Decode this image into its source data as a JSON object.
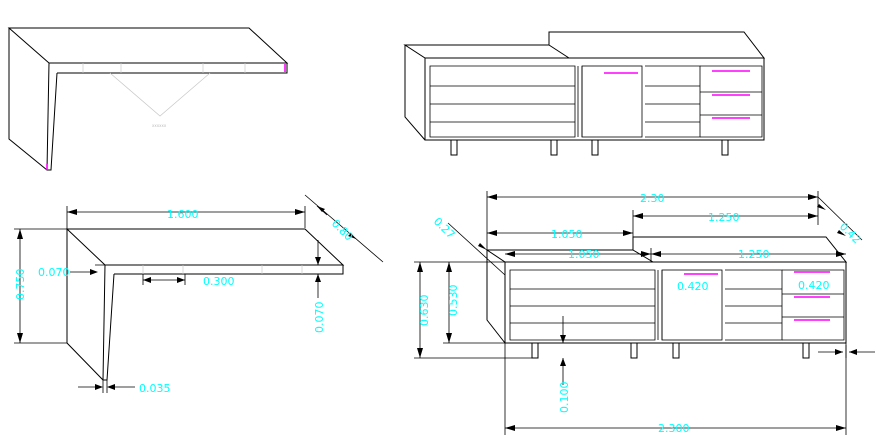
{
  "colors": {
    "lines": "#000000",
    "dimensions": "#00ffff",
    "handles": "#ff00ff",
    "background": "#ffffff"
  },
  "desk_elevation": {
    "length": "1.600",
    "height": "0.750",
    "depth": "0.80",
    "top_thickness_left": "0.070",
    "top_thickness_right": "0.070",
    "leg_thickness": "0.035",
    "overhang": "0.300",
    "tiny_label": "xxxxxx"
  },
  "credenza_elevation": {
    "total_top": "2.30",
    "total_bottom": "2.300",
    "segment_a_upper": "1.050",
    "segment_b_upper": "1.250",
    "segment_a_lower": "1.050",
    "segment_b_lower": "1.250",
    "height_total": "0.630",
    "height_body": "0.530",
    "depth_left": "0.27",
    "depth_right": "0.42",
    "door_label": "0.420",
    "drawer_label": "0.420",
    "leg_height": "0.100"
  }
}
